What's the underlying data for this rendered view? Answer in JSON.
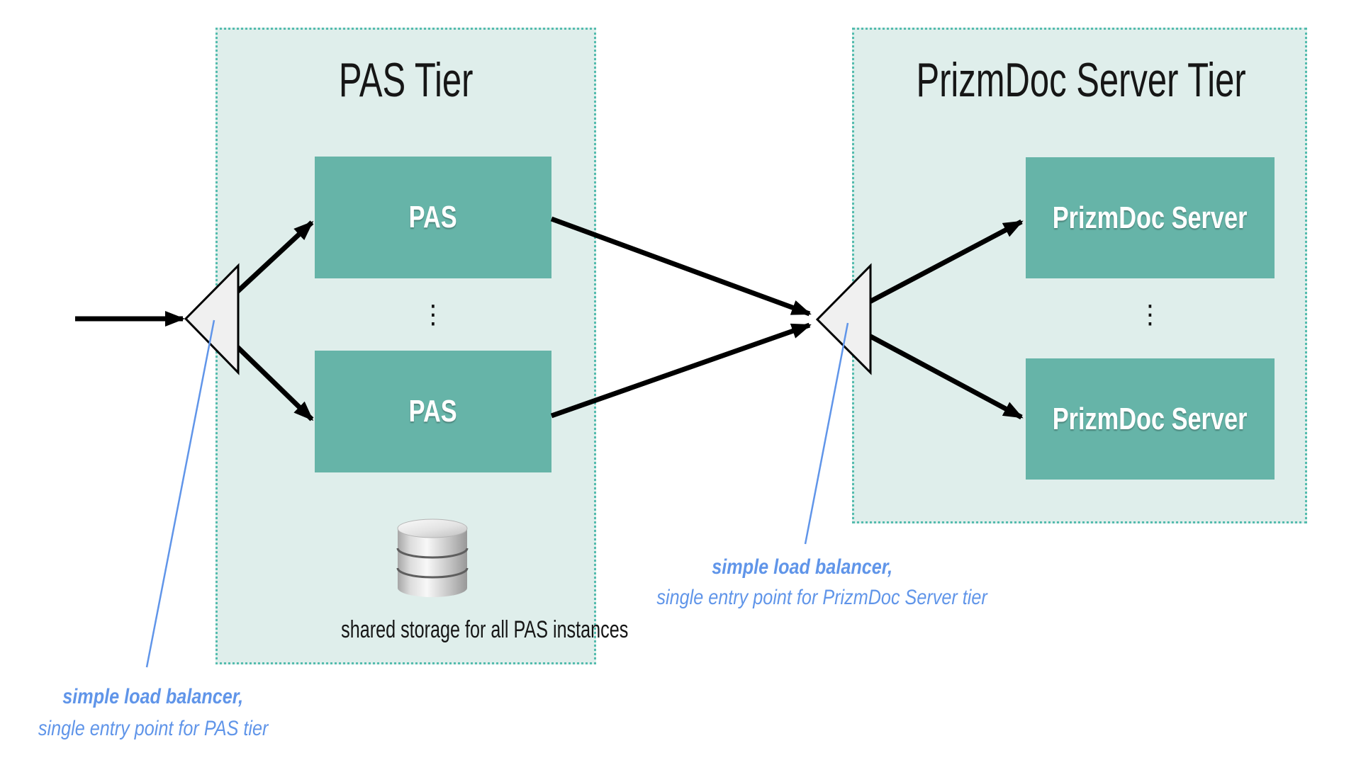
{
  "pas_tier": {
    "title": "PAS Tier",
    "boxes": [
      "PAS",
      "PAS"
    ],
    "ellipsis": "⋮",
    "storage_caption": "shared storage for all PAS instances"
  },
  "prizmdoc_tier": {
    "title": "PrizmDoc Server Tier",
    "boxes": [
      "PrizmDoc Server",
      "PrizmDoc Server"
    ],
    "ellipsis": "⋮"
  },
  "annotations": {
    "left": {
      "line1": "simple load balancer,",
      "line2": "single entry point for PAS tier"
    },
    "right": {
      "line1": "simple load balancer,",
      "line2": "single entry point for PrizmDoc Server tier"
    }
  },
  "icons": {
    "load_balancer_left": "load-balancer-triangle",
    "load_balancer_right": "load-balancer-triangle",
    "shared_storage": "database-cylinder"
  },
  "colors": {
    "tier_background": "#dfeeeb",
    "tier_border": "#54bcae",
    "node_teal": "#66b4a8",
    "node_text": "#ffffff",
    "arrow_black": "#000000",
    "load_balancer_fill": "#f0f0f0",
    "annotation_blue": "#6095e9",
    "title_text": "#161616",
    "page_background": "#ffffff"
  }
}
